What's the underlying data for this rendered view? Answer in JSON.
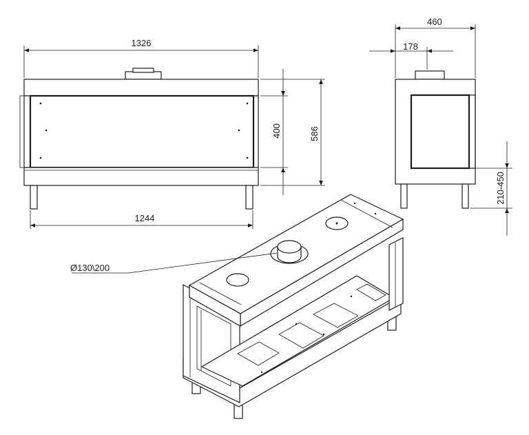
{
  "front_view": {
    "overall_width": "1326",
    "window_height": "400",
    "overall_height": "586",
    "leg_span": "1244"
  },
  "side_view": {
    "overall_depth": "460",
    "flue_offset": "178",
    "leg_height_range": "210-450"
  },
  "isometric_view": {
    "flue_diameter": "Ø130\\200"
  }
}
